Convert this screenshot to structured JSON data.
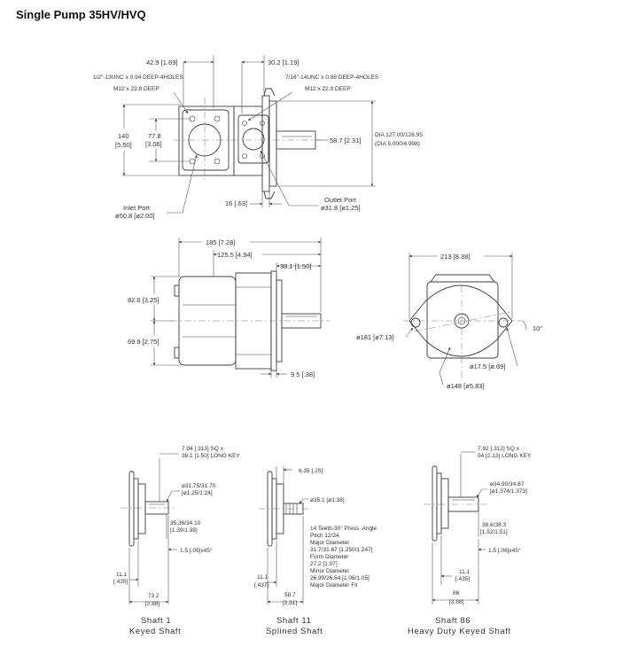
{
  "title": "Single Pump 35HV/HVQ",
  "top_view": {
    "d_42_9": "42.9 [1.69]",
    "d_30_2": "30.2 [1.19]",
    "thread_inlet": "1/2\"-13UNC x 0.94 DEEP-4HOLES",
    "thread_inlet_m": "M12 x 23.8 DEEP",
    "thread_outlet": "7/16\"-14UNC x 0.88 DEEP-4HOLES",
    "thread_outlet_m": "M12 x 22.3 DEEP",
    "d_140": "140",
    "d_140_in": "[5.50]",
    "d_77_8": "77.8",
    "d_77_8_in": "[3.06]",
    "d_58_7": "58.7 [2.31]",
    "dia_pilot": "DIA 127.00/126.95",
    "dia_pilot_in": "(DIA 5.000/4.998)",
    "d_16": "16 [.63]",
    "inlet_label": "Inlet Port",
    "inlet_size": "ø50.8 [ø2.00]",
    "outlet_label": "Outlet Port",
    "outlet_size": "ø31.8 [ø1.25]"
  },
  "side_view": {
    "d_185": "185 [7.28]",
    "d_125_5": "125.5 [4.94]",
    "d_38_1": "38.1 [1.50]",
    "d_82_6": "82.6 [3.25]",
    "d_69_9": "69.9 [2.75]",
    "d_9_5": "9.5 [.38]"
  },
  "end_view": {
    "d_213": "213 [8.38]",
    "d_181": "ø181 [ø7.13]",
    "d_10deg": "10°",
    "d_17_5": "ø17.5 [ø.69]",
    "d_148": "ø148 [ø5.83]"
  },
  "shafts": [
    {
      "caption1": "Shaft 1",
      "caption2": "Keyed Shaft",
      "n1": "7.94 [.313] SQ x",
      "n2": "38.1 [1.50] LONG KEY",
      "n3": "ø31.75/31.70",
      "n4": "[ø1.25/1.24]",
      "n5": "35.36/34.10",
      "n6": "[1.39/1.38]",
      "n7": "1.5 [.06]x45°",
      "n8": "11.1",
      "n9": "[.435]",
      "n10": "73.2",
      "n11": "[2.88]"
    },
    {
      "caption1": "Shaft 11",
      "caption2": "Splined Shaft",
      "n1": "6.35 [.25]",
      "n2": "ø35.1 [ø1.38]",
      "spec": [
        "14 Teeth-30° Press. Angle",
        "Pitch 12/24",
        "Major Diameter",
        "31.7/31.67 [1.250/1.247]",
        "Form Diameter",
        "27.2 [1.07]",
        "Minor Diameter",
        "26.99/26.64 [1.06/1.05]",
        "Major Diameter Fit"
      ],
      "n3": "11.1",
      "n4": "[.437]",
      "n5": "58.7",
      "n6": "[2.31]"
    },
    {
      "caption1": "Shaft 86",
      "caption2": "Heavy Duty Keyed Shaft",
      "n1": "7.92 [.312] SQ x",
      "n2": "54 [2.13] LONG KEY",
      "n3": "ø34.90/34.87",
      "n4": "[ø1.374/1.373]",
      "n5": "38.6/38.3",
      "n6": "[1.52/1.51]",
      "n7": "1.5 [.06]x45°",
      "n8": "11.1",
      "n9": "[.435]",
      "n10": "86",
      "n11": "[3.88]"
    }
  ]
}
